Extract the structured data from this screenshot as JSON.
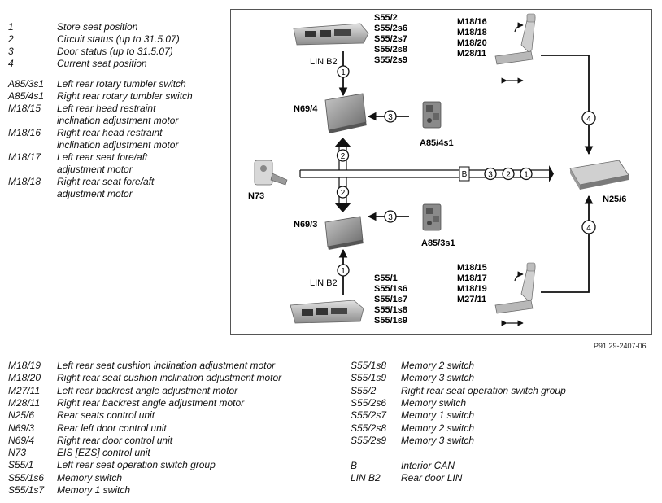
{
  "legend_top": [
    {
      "code": "1",
      "desc": "Store seat position"
    },
    {
      "code": "2",
      "desc": "Circuit status (up to 31.5.07)"
    },
    {
      "code": "3",
      "desc": "Door status (up to 31.5.07)"
    },
    {
      "code": "4",
      "desc": "Current seat position"
    },
    {
      "code": "A85/3s1",
      "desc": "Left rear rotary tumbler switch"
    },
    {
      "code": "A85/4s1",
      "desc": "Right rear rotary tumbler switch"
    },
    {
      "code": "M18/15",
      "desc": "Left rear head restraint",
      "desc2": "inclination adjustment motor"
    },
    {
      "code": "M18/16",
      "desc": "Right rear head restraint",
      "desc2": "inclination adjustment motor"
    },
    {
      "code": "M18/17",
      "desc": "Left rear seat fore/aft",
      "desc2": "adjustment motor"
    },
    {
      "code": "M18/18",
      "desc": "Right rear seat fore/aft",
      "desc2": "adjustment motor"
    }
  ],
  "legend_bottom_left": [
    {
      "code": "M18/19",
      "desc": "Left rear seat cushion inclination adjustment motor"
    },
    {
      "code": "M18/20",
      "desc": "Right rear seat cushion inclination adjustment motor"
    },
    {
      "code": "M27/11",
      "desc": "Left rear backrest angle adjustment motor"
    },
    {
      "code": "M28/11",
      "desc": "Right rear backrest angle adjustment motor"
    },
    {
      "code": "N25/6",
      "desc": "Rear seats control unit"
    },
    {
      "code": "N69/3",
      "desc": "Rear left door control unit"
    },
    {
      "code": "N69/4",
      "desc": "Right rear door control unit"
    },
    {
      "code": "N73",
      "desc": "EIS [EZS] control unit"
    },
    {
      "code": "S55/1",
      "desc": "Left rear seat operation switch group"
    },
    {
      "code": "S55/1s6",
      "desc": "Memory switch"
    },
    {
      "code": "S55/1s7",
      "desc": "Memory 1 switch"
    }
  ],
  "legend_bottom_right": [
    {
      "code": "S55/1s8",
      "desc": "Memory 2 switch"
    },
    {
      "code": "S55/1s9",
      "desc": "Memory 3 switch"
    },
    {
      "code": "S55/2",
      "desc": "Right rear seat operation switch group"
    },
    {
      "code": "S55/2s6",
      "desc": "Memory switch"
    },
    {
      "code": "S55/2s7",
      "desc": "Memory 1 switch"
    },
    {
      "code": "S55/2s8",
      "desc": "Memory 2 switch"
    },
    {
      "code": "S55/2s9",
      "desc": "Memory 3 switch"
    },
    {
      "code": "B",
      "desc": "Interior CAN"
    },
    {
      "code": "LIN B2",
      "desc": "Rear door LIN"
    }
  ],
  "diagram": {
    "top_switch_labels": [
      "S55/2",
      "S55/2s6",
      "S55/2s7",
      "S55/2s8",
      "S55/2s9"
    ],
    "bottom_switch_labels": [
      "S55/1",
      "S55/1s6",
      "S55/1s7",
      "S55/1s8",
      "S55/1s9"
    ],
    "top_motor_labels": [
      "M18/16",
      "M18/18",
      "M18/20",
      "M28/11"
    ],
    "bottom_motor_labels": [
      "M18/15",
      "M18/17",
      "M18/19",
      "M27/11"
    ],
    "lin_top": "LIN B2",
    "lin_bottom": "LIN B2",
    "n69_4": "N69/4",
    "n69_3": "N69/3",
    "a85_4s1": "A85/4s1",
    "a85_3s1": "A85/3s1",
    "n73": "N73",
    "n25_6": "N25/6",
    "bus_label": "B",
    "bus_numbers": [
      "3",
      "2",
      "1"
    ],
    "num_1": "1",
    "num_2": "2",
    "num_3": "3",
    "num_4": "4"
  },
  "reference": "P91.29-2407-06"
}
